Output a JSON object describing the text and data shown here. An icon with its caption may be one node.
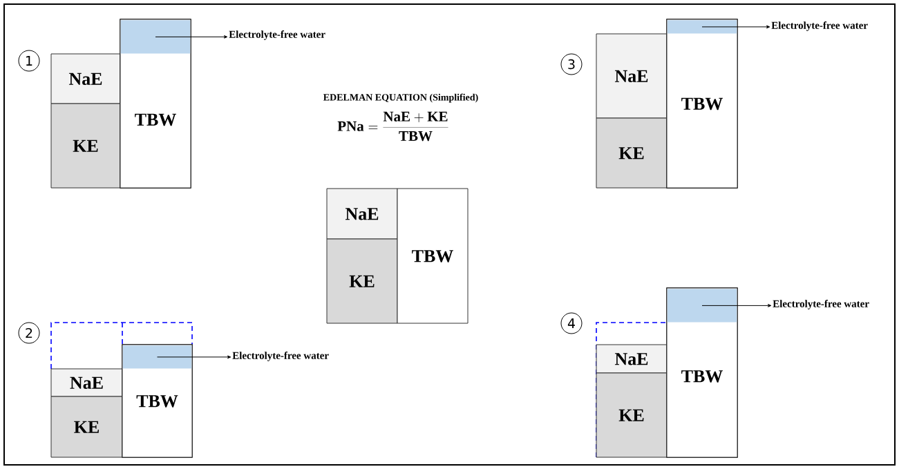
{
  "diagram": {
    "title": "EDELMAN EQUATION (Simplified)",
    "nodes": [
      {
        "text": [
          "NaE"
        ]
      },
      {
        "text": [
          "KE"
        ]
      },
      {
        "text": [
          "TBW"
        ]
      },
      {
        "text": [],
        "shape": "box",
        "in": 2
      },
      {
        "text": [
          "Electrolyte-free water"
        ]
      },
      {
        "text": [
          "NaE"
        ]
      },
      {
        "text": [
          "KE"
        ]
      },
      {
        "text": [
          "TBW"
        ]
      },
      {
        "text": [],
        "shape": "box",
        "in": 7
      },
      {
        "text": [
          "Electrolyte-free water"
        ]
      },
      {
        "text": [
          "NaE"
        ]
      },
      {
        "text": [
          "KE"
        ]
      },
      {
        "text": [
          "TBW"
        ]
      },
      {
        "text": [
          "NaE"
        ]
      },
      {
        "text": [
          "KE"
        ]
      },
      {
        "text": [
          "TBW"
        ]
      },
      {
        "text": [],
        "shape": "box",
        "in": 15
      },
      {
        "text": [
          "Electrolyte-free water"
        ]
      },
      {
        "text": [
          "NaE"
        ]
      },
      {
        "text": [
          "KE"
        ]
      },
      {
        "text": [
          "TBW"
        ]
      },
      {
        "text": [],
        "shape": "box",
        "in": 20
      },
      {
        "text": [
          "Electrolyte-free water"
        ]
      }
    ],
    "edges": [
      {
        "from": 3,
        "to": 4,
        "arrow": "to"
      },
      {
        "from": 8,
        "to": 9,
        "arrow": "to"
      },
      {
        "from": 16,
        "to": 17,
        "arrow": "to"
      },
      {
        "from": 21,
        "to": 22,
        "arrow": "to"
      }
    ],
    "labels": [
      "1",
      "3",
      "\\mathbf{PNa} = \\frac{\\mathbf{NaE + KE}}{\\mathbf{TBW}}",
      "2",
      "4"
    ]
  }
}
